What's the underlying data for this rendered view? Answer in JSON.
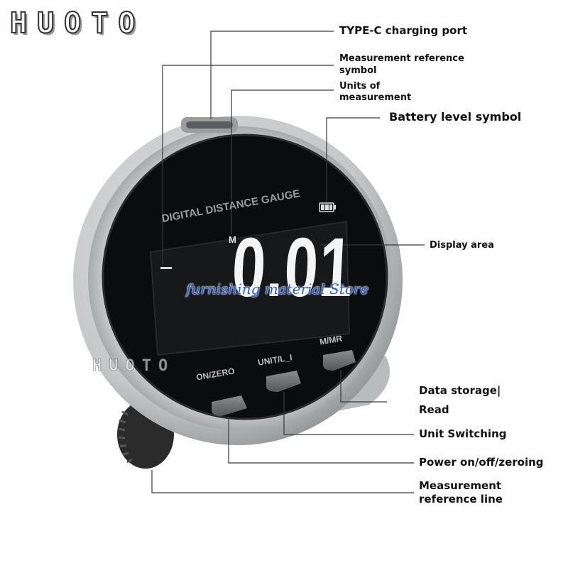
{
  "brand": {
    "logo_text": "HUOTO"
  },
  "device": {
    "screen_title": "DIGITAL DISTANCE GAUGE",
    "unit_indicator": "M",
    "reading": "0.01",
    "buttons": [
      {
        "label": "ON/ZERO"
      },
      {
        "label": "UNIT/L_I"
      },
      {
        "label": "M/MR"
      }
    ],
    "colors": {
      "body": "#c9cbcc",
      "screen": "#0b0c0e",
      "button": "#6b6f72",
      "accent_text": "#2a5cd6"
    }
  },
  "callouts": {
    "type_c": "TYPE-C charging port",
    "reference_symbol": [
      "Measurement reference",
      "symbol"
    ],
    "units": [
      "Units of",
      "measurement"
    ],
    "battery": "Battery level symbol",
    "display": "Display area",
    "data_storage": "Data storage|",
    "read": "Read",
    "unit_switching": "Unit Switching",
    "power": "Power on/off/zeroing",
    "reference_line": [
      "Measurement",
      "reference line"
    ]
  },
  "watermark": "furnishing material Store"
}
